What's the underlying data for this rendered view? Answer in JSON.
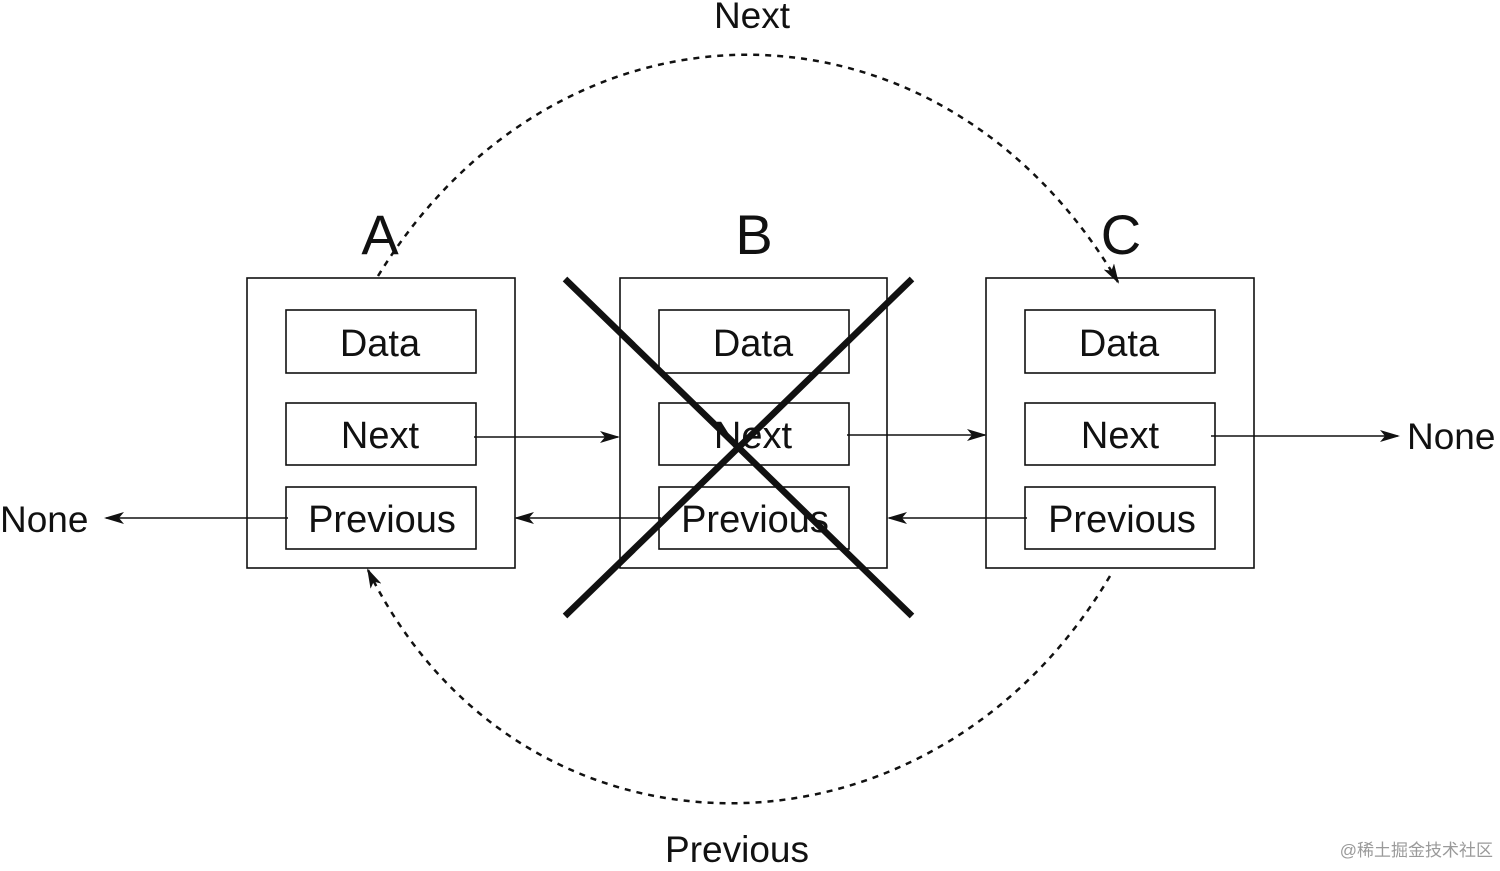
{
  "diagram": {
    "nodes": [
      {
        "id": "A",
        "label": "A",
        "fields": [
          "Data",
          "Next",
          "Previous"
        ],
        "deleted": false
      },
      {
        "id": "B",
        "label": "B",
        "fields": [
          "Data",
          "Next",
          "Previous"
        ],
        "deleted": true
      },
      {
        "id": "C",
        "label": "C",
        "fields": [
          "Data",
          "Next",
          "Previous"
        ],
        "deleted": false
      }
    ],
    "none_left": "None",
    "none_right": "None",
    "arc_top_label": "Next",
    "arc_bottom_label": "Previous",
    "colors": {
      "stroke": "#111111",
      "background": "#ffffff",
      "watermark": "#9a9a9a"
    }
  },
  "watermark": "@稀土掘金技术社区"
}
